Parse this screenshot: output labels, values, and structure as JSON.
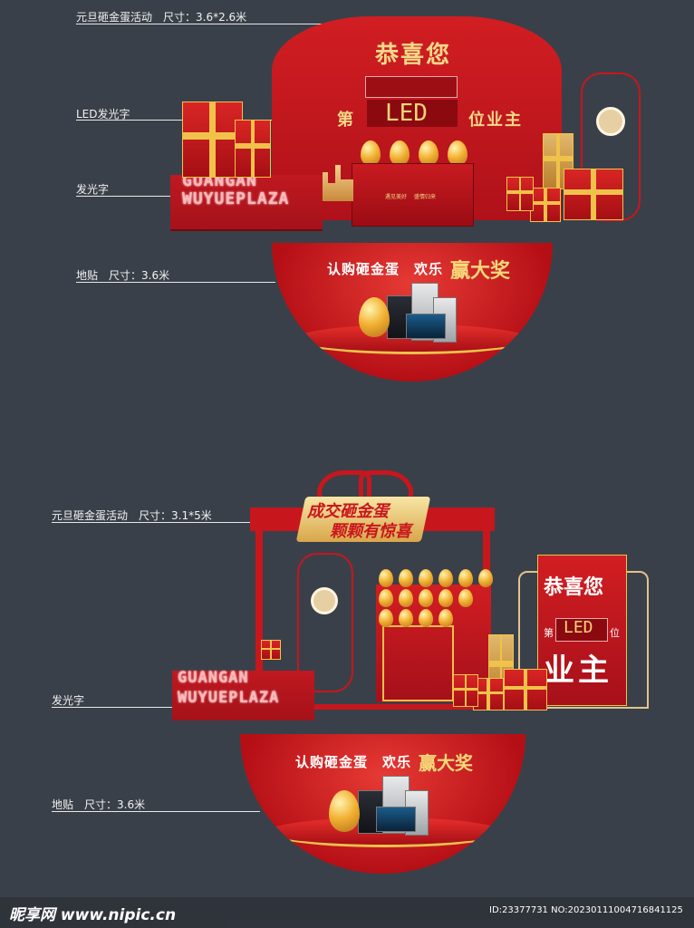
{
  "section1": {
    "label_title": "元旦砸金蛋活动　尺寸：3.6*2.6米",
    "label_led": "LED发光字",
    "label_glow": "发光字",
    "label_floor": "地贴　尺寸：3.6米",
    "board_title": "恭喜您",
    "board_prefix": "第",
    "board_led": "LED",
    "board_suffix": "位业主",
    "neon_line1": "GUANGAN",
    "neon_line2": "WUYUEPLAZA",
    "counter_text1": "遇见美好",
    "counter_text2": "盛情归来",
    "floor_text": "认购砸金蛋　欢乐",
    "floor_prize": "赢大奖"
  },
  "section2": {
    "label_title": "元旦砸金蛋活动　尺寸：3.1*5米",
    "label_glow": "发光字",
    "label_floor": "地贴　尺寸：3.6米",
    "banner_line1": "成交砸金蛋",
    "banner_line2": "颗颗有惊喜",
    "board_title": "恭喜您",
    "board_prefix": "第",
    "board_led": "LED",
    "board_suffix": "位",
    "board_big": "业主",
    "neon_line1": "GUANGAN",
    "neon_line2": "WUYUEPLAZA",
    "floor_text": "认购砸金蛋　欢乐",
    "floor_prize": "赢大奖"
  },
  "footer": {
    "logo": "昵享网 www.nipic.cn",
    "id_text": "ID:23377731 NO:20230111004716841125"
  },
  "colors": {
    "background": "#3a4049",
    "brand_red": "#c8161d",
    "gold": "#f0c24a"
  }
}
